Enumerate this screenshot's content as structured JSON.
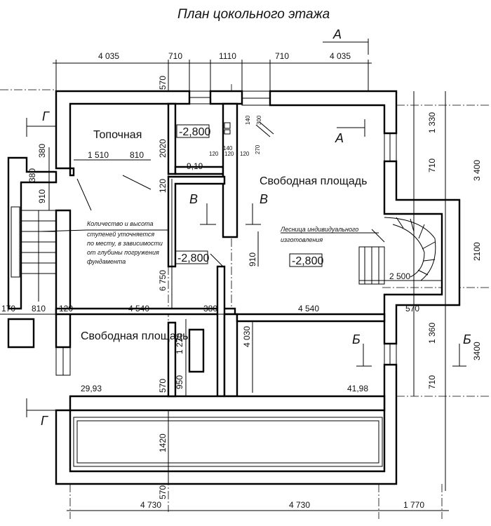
{
  "title": "План цокольного этажа",
  "rooms": {
    "topochnaya": "Топочная",
    "free_top_right": "Свободная площадь",
    "free_bottom_left": "Свободная площадь"
  },
  "levels": [
    "-2,800",
    "-2,800",
    "-2,800"
  ],
  "areas": {
    "topochnaya": "9,19",
    "left": "29,93",
    "right": "41,98"
  },
  "sections": {
    "A": "А",
    "B": "Б",
    "V": "В",
    "G": "Г"
  },
  "dims_top": [
    "4 035",
    "710",
    "1110",
    "710",
    "4 035"
  ],
  "dims_bottom": [
    "4 730",
    "4 730",
    "1 770"
  ],
  "dims_right_inner": [
    "1 330",
    "710",
    "1 360",
    "710"
  ],
  "dims_right_outer": [
    "3 400",
    "2100",
    "3400"
  ],
  "dims_inner": {
    "d1510": "1 510",
    "d810a": "810",
    "d2020": "2020",
    "d120a": "120",
    "d380a": "380",
    "d380b": "380",
    "d910a": "910",
    "d910b": "910",
    "d170": "170",
    "d810b": "810",
    "d120b": "120",
    "d4540a": "4 540",
    "d4540b": "4 540",
    "d380c": "380",
    "d6750": "6 750",
    "d4030": "4 030",
    "d1270": "1 270",
    "d950": "950",
    "d570a": "570",
    "d570b": "570",
    "d570c": "570",
    "d570d": "570",
    "d1420": "1420",
    "d2500": "2 500",
    "d120c": "120",
    "d120d": "120",
    "d140a": "140",
    "d140b": "140",
    "d270": "270",
    "d300": "300",
    "d120e": "120"
  },
  "notes": {
    "steps": [
      "Количество и высота",
      "ступеней уточняется",
      "по месту,  в зависимости",
      "от глубины погружения",
      "фундамента"
    ],
    "stairs": [
      "Лесница индивидуального",
      "изготовления"
    ]
  }
}
